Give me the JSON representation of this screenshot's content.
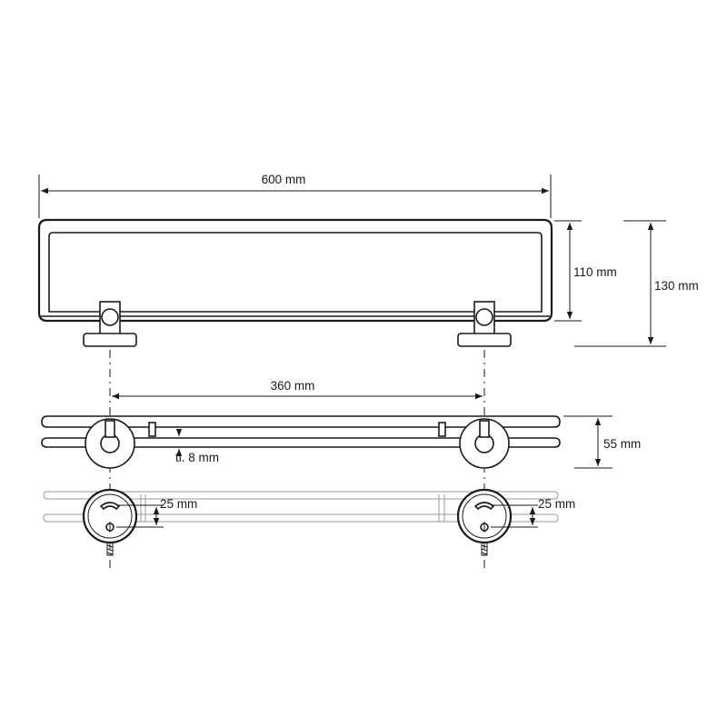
{
  "dimensions": {
    "total_width": "600 mm",
    "front_height": "110 mm",
    "total_height": "130 mm",
    "bracket_spacing": "360 mm",
    "depth": "55 mm",
    "glass_thickness": "tl. 8 mm",
    "mount_offset_left": "25 mm",
    "mount_offset_right": "25 mm"
  }
}
